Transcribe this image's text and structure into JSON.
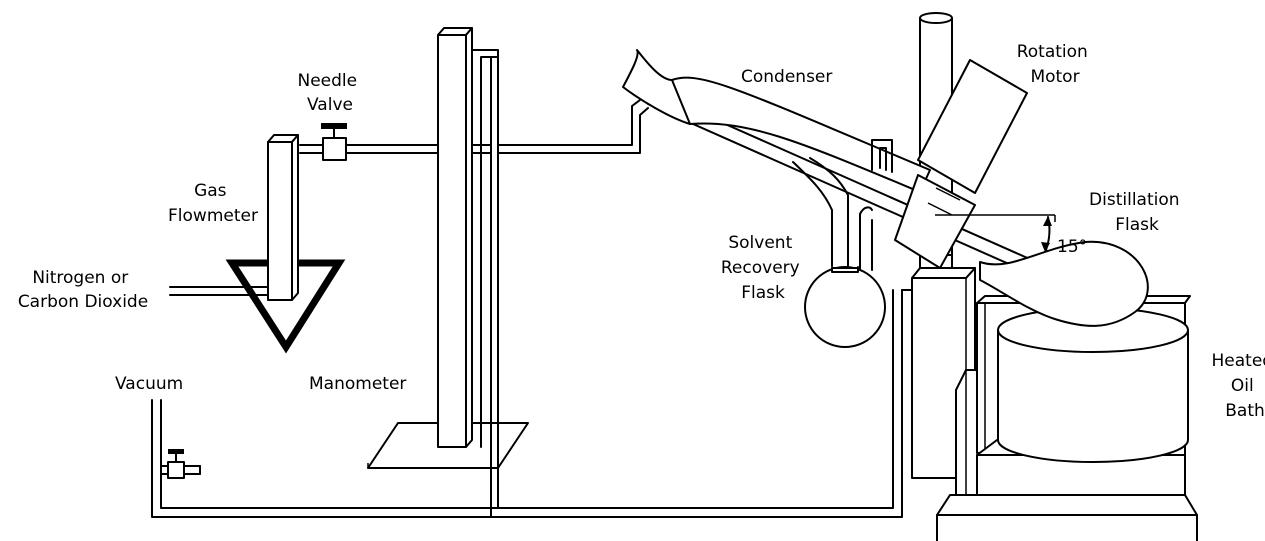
{
  "labels": {
    "needle_valve": [
      "Needle",
      "Valve"
    ],
    "gas_flowmeter": [
      "Gas",
      "Flowmeter"
    ],
    "gas_source": [
      "Nitrogen or",
      "Carbon Dioxide"
    ],
    "vacuum": "Vacuum",
    "manometer": "Manometer",
    "condenser": "Condenser",
    "rotation_motor": [
      "Rotation",
      "Motor"
    ],
    "distillation_flask": [
      "Distillation",
      "Flask"
    ],
    "solvent_recovery_flask": [
      "Solvent",
      "Recovery",
      "Flask"
    ],
    "heated_oil_bath": [
      "Heated",
      "Oil",
      "Bath"
    ],
    "angle": "15°"
  },
  "colors": {
    "line": "#000000",
    "background": "#ffffff"
  }
}
